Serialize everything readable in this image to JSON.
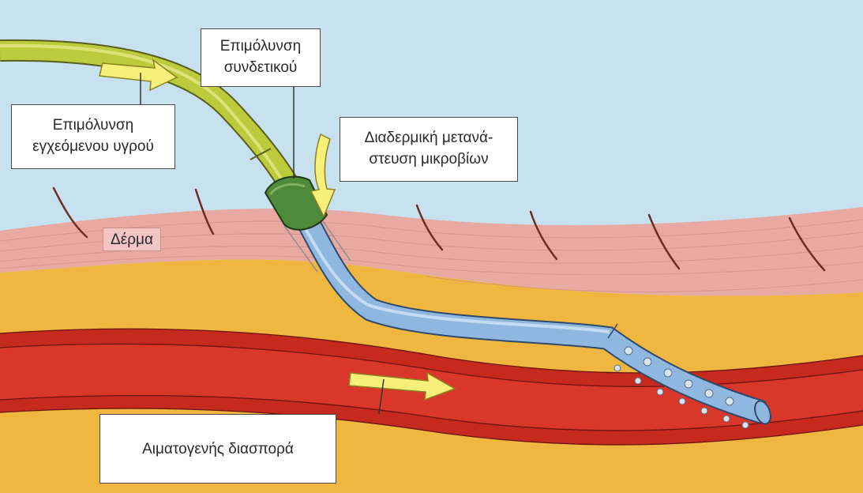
{
  "labels": {
    "connector": [
      "Επιμόλυνση",
      "συνδετικού"
    ],
    "infusate": [
      "Επιμόλυνση",
      "εγχεόμενου υγρού"
    ],
    "migration": [
      "Διαδερμική μετανά-",
      "στευση μικροβίων"
    ],
    "skin": "Δέρμα",
    "hematogenous": "Αιματογενής διασπορά"
  },
  "colors": {
    "sky": "#c7e1ef",
    "skin": "#e8a9a3",
    "fat": "#efb640",
    "vessel_wall": "#c62a1e",
    "vessel_lumen": "#d8372a",
    "catheter": "#8fb7df",
    "tubing": "#bccb3c",
    "connector": "#4f8a3a",
    "arrow": "#f6f07a"
  }
}
